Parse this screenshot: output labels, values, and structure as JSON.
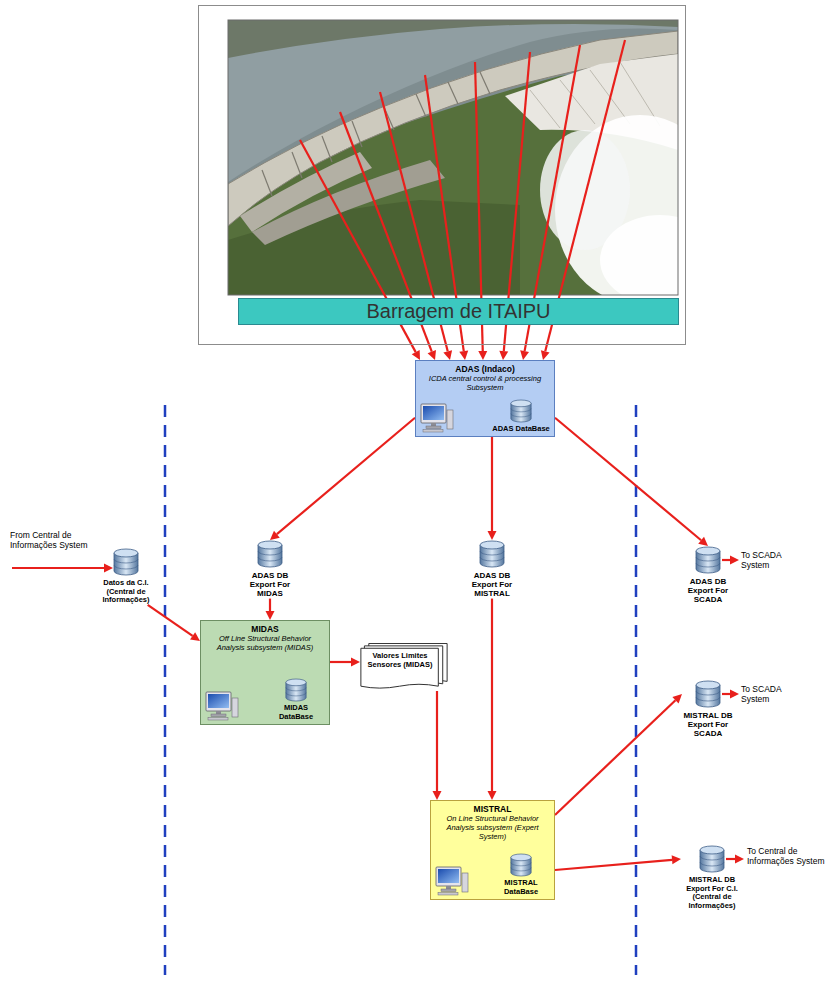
{
  "diagram": {
    "nodes": [
      {
        "text": [
          "Barragem de ITAIPU"
        ]
      },
      {
        "text": [
          "ADAS (Indaco)",
          "ICDA central control & processing Subsystem",
          "ADAS DataBase"
        ]
      },
      {
        "text": [
          "Datos da C.I. (Central de Informações)"
        ]
      },
      {
        "text": [
          "ADAS DB Export For MIDAS"
        ]
      },
      {
        "text": [
          "ADAS DB Export For MISTRAL"
        ]
      },
      {
        "text": [
          "ADAS DB Export For SCADA"
        ]
      },
      {
        "text": [
          "MIDAS",
          "Off Line Structural Behavior Analysis subsystem (MIDAS)",
          "MIDAS DataBase"
        ]
      },
      {
        "text": [
          "Valores Limites Sensores (MIDAS)"
        ]
      },
      {
        "text": [
          "MISTRAL DB Export For SCADA"
        ]
      },
      {
        "text": [
          "MISTRAL",
          "On Line Structural Behavior Analysis subsystem (Expert System)",
          "MISTRAL DataBase"
        ]
      },
      {
        "text": [
          "MISTRAL DB Export For C.I. (Central de Informações)"
        ]
      }
    ],
    "edges": [
      {
        "from": 0,
        "to": 1,
        "arrow": "to"
      },
      {
        "from": 0,
        "to": 1,
        "arrow": "to"
      },
      {
        "from": 0,
        "to": 1,
        "arrow": "to"
      },
      {
        "from": 0,
        "to": 1,
        "arrow": "to"
      },
      {
        "from": 0,
        "to": 1,
        "arrow": "to"
      },
      {
        "from": 0,
        "to": 1,
        "arrow": "to"
      },
      {
        "from": 0,
        "to": 1,
        "arrow": "to"
      },
      {
        "from": 0,
        "to": 1,
        "arrow": "to"
      },
      {
        "from": 1,
        "to": 3,
        "arrow": "to"
      },
      {
        "from": 1,
        "to": 4,
        "arrow": "to"
      },
      {
        "from": 1,
        "to": 5,
        "arrow": "to"
      },
      {
        "from": 2,
        "to": 6,
        "arrow": "to"
      },
      {
        "from": 3,
        "to": 6,
        "arrow": "to"
      },
      {
        "from": 6,
        "to": 7,
        "arrow": "to"
      },
      {
        "from": 7,
        "to": 9,
        "arrow": "to"
      },
      {
        "from": 4,
        "to": 9,
        "arrow": "to"
      },
      {
        "from": 9,
        "to": 8,
        "arrow": "to"
      },
      {
        "from": 9,
        "to": 10,
        "arrow": "to"
      }
    ],
    "labels": [
      "From Central de Informações System",
      "To SCADA System",
      "To SCADA System",
      "To Central de Informações System"
    ]
  }
}
